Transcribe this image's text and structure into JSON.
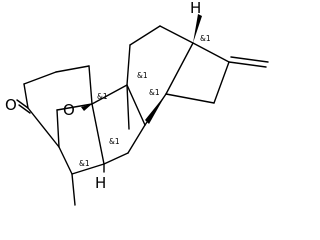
{
  "molecule": {
    "line_color": "#000000",
    "background": "#ffffff",
    "atom_labels": {
      "carbonyl_oxygen": "O",
      "ring_oxygen": "O",
      "hydrogen_top": "H",
      "hydrogen_bottom": "H"
    },
    "stereo_labels": {
      "c13": "&1",
      "c9": "&1",
      "c8": "&1",
      "c10": "&1",
      "c5": "&1",
      "c4": "&1"
    }
  }
}
